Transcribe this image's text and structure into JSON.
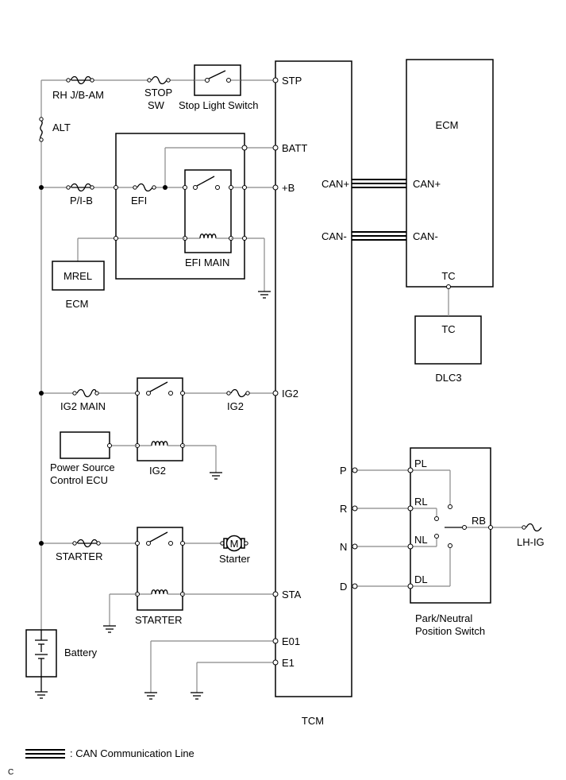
{
  "ecu": {
    "tcm": "TCM",
    "ecm": "ECM",
    "dlc3": "DLC3",
    "dlc3_tc": "TC",
    "ecm_tc": "TC"
  },
  "tcm_pins": {
    "stp": "STP",
    "batt": "BATT",
    "plus_b": "+B",
    "ig2": "IG2",
    "sta": "STA",
    "e01": "E01",
    "e1": "E1",
    "can_plus": "CAN+",
    "can_minus": "CAN-",
    "p": "P",
    "r": "R",
    "n": "N",
    "d": "D"
  },
  "ecm_pins": {
    "can_plus": "CAN+",
    "can_minus": "CAN-"
  },
  "fuses": {
    "rh_jb_am": "RH J/B-AM",
    "stop_sw_1": "STOP",
    "stop_sw_2": "SW",
    "alt": "ALT",
    "pib": "P/I-B",
    "efi": "EFI",
    "ig2_main": "IG2 MAIN",
    "ig2": "IG2",
    "starter": "STARTER",
    "lh_ig": "LH-IG"
  },
  "components": {
    "stop_light_switch": "Stop Light Switch",
    "mrel": "MREL",
    "mrel_owner": "ECM",
    "efi_main": "EFI MAIN",
    "power_source_1": "Power Source",
    "power_source_2": "Control ECU",
    "ig2_relay": "IG2",
    "starter_relay": "STARTER",
    "starter_motor": "Starter",
    "motor_symbol": "M",
    "battery": "Battery"
  },
  "pnp": {
    "title_1": "Park/Neutral",
    "title_2": "Position Switch",
    "pl": "PL",
    "rl": "RL",
    "nl": "NL",
    "dl": "DL",
    "rb": "RB"
  },
  "legend": {
    "can_line": ": CAN Communication Line"
  },
  "corner_mark": "C"
}
